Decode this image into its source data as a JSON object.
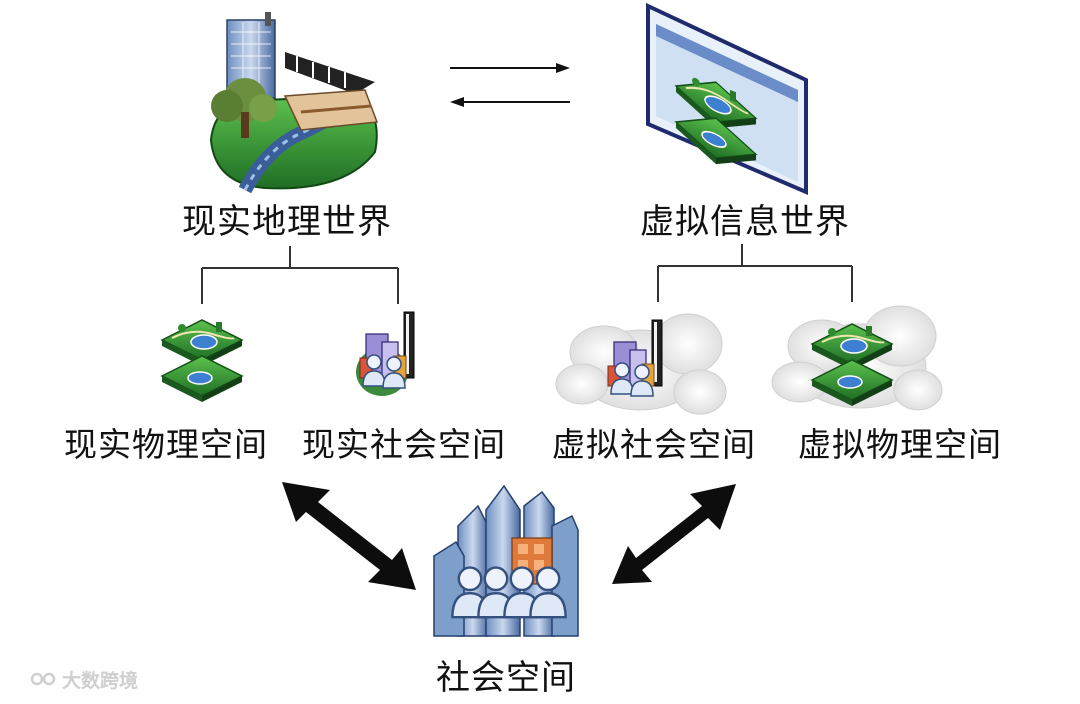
{
  "diagram": {
    "top_left_label": "现实地理世界",
    "top_right_label": "虚拟信息世界",
    "sub_labels": [
      "现实物理空间",
      "现实社会空间",
      "虚拟社会空间",
      "虚拟物理空间"
    ],
    "bottom_label": "社会空间"
  },
  "watermark": {
    "text": "大数跨境"
  },
  "colors": {
    "line": "#333333",
    "arrow": "#111111",
    "grass": "#3a9a3a",
    "water": "#2f6fc0",
    "building": "#9fb6d8",
    "screen_frame": "#1f2b6e"
  },
  "icons": [
    "geography-world-icon",
    "screen-map-icon",
    "land-map-icon",
    "city-people-icon",
    "cloud-icon",
    "skyscrapers-people-icon"
  ]
}
